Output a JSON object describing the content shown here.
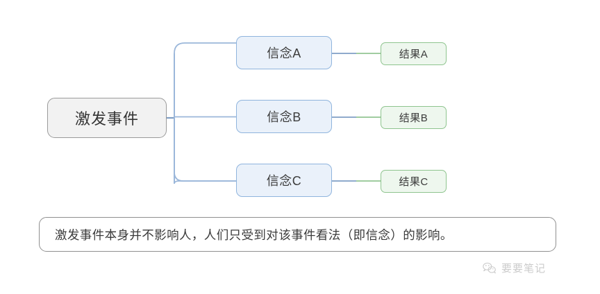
{
  "diagram": {
    "root": {
      "label": "激发事件",
      "fill": "#f2f2f2",
      "stroke": "#9a9a9a"
    },
    "beliefs": [
      {
        "label": "信念A"
      },
      {
        "label": "信念B"
      },
      {
        "label": "信念C"
      }
    ],
    "results": [
      {
        "label": "结果A"
      },
      {
        "label": "结果B"
      },
      {
        "label": "结果C"
      }
    ],
    "belief_fill": "#eaf1fa",
    "belief_stroke": "#8fb4dd",
    "result_fill": "#eef7ee",
    "result_stroke": "#8ec48e",
    "connector_blue": "#9bb7da",
    "connector_green": "#93c493"
  },
  "caption": {
    "text": "激发事件本身并不影响人，人们只受到对该事件看法（即信念）的影响。",
    "stroke": "#8f8f8f"
  },
  "watermark": {
    "text": "要要笔记",
    "icon": "wechat-logo-icon"
  }
}
